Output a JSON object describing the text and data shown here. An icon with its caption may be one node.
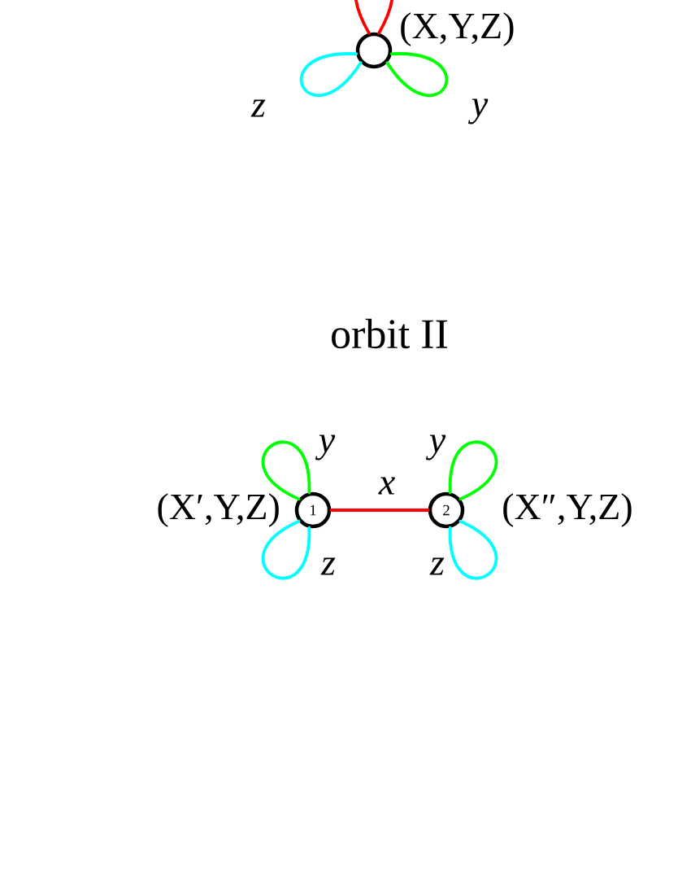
{
  "diagram": {
    "nodes": [
      {
        "text": [],
        "shape": "circle",
        "beside": [
          "(X,Y,Z)"
        ]
      },
      {
        "text": [
          "1"
        ],
        "beside": [
          "(X′,Y,Z)"
        ]
      },
      {
        "text": [
          "2"
        ],
        "beside": [
          "(X″,Y,Z)"
        ]
      }
    ],
    "edges": [
      {
        "from": 0,
        "to": 0,
        "arrow": "none",
        "color": "#ff0000"
      },
      {
        "from": 0,
        "to": 0,
        "arrow": "none",
        "label": "z",
        "color": "#00ffff"
      },
      {
        "from": 0,
        "to": 0,
        "arrow": "none",
        "label": "y",
        "color": "#00ff00"
      },
      {
        "from": 1,
        "to": 1,
        "arrow": "none",
        "label": "y",
        "color": "#00ff00"
      },
      {
        "from": 1,
        "to": 1,
        "arrow": "none",
        "label": "z",
        "color": "#00ffff"
      },
      {
        "from": 1,
        "to": 2,
        "arrow": "none",
        "label": "x",
        "color": "#ff0000"
      },
      {
        "from": 2,
        "to": 2,
        "arrow": "none",
        "label": "y",
        "color": "#00ff00"
      },
      {
        "from": 2,
        "to": 2,
        "arrow": "none",
        "label": "z",
        "color": "#00ffff"
      }
    ],
    "labels": [
      "orbit II"
    ]
  }
}
